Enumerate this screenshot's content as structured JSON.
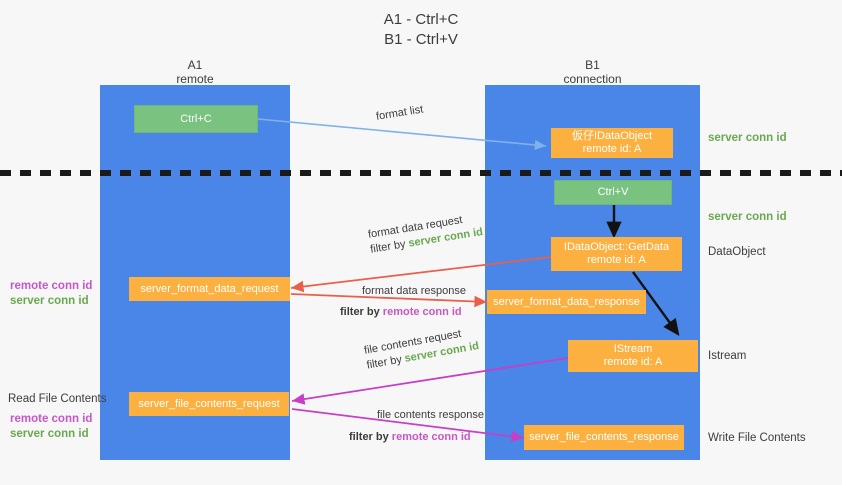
{
  "title": {
    "line1": "A1 - Ctrl+C",
    "line2": "B1 - Ctrl+V"
  },
  "lanes": [
    {
      "name": "A1",
      "sub": "remote"
    },
    {
      "name": "B1",
      "sub": "connection"
    }
  ],
  "boxes": {
    "ctrl_c": "Ctrl+C",
    "ctrl_v": "Ctrl+V",
    "idataobject": {
      "line1": "仮仔IDataObject",
      "line2": "remote id: A"
    },
    "getdata": {
      "line1": "IDataObject::GetData",
      "line2": "remote id: A"
    },
    "istream": {
      "line1": "IStream",
      "line2": "remote id: A"
    },
    "server_format_data_request": "server_format_data_request",
    "server_format_data_response": "server_format_data_response",
    "server_file_contents_request": "server_file_contents_request",
    "server_file_contents_response": "server_file_contents_response"
  },
  "right_labels": {
    "server_conn_id_top": "server conn id",
    "server_conn_id_mid": "server conn id",
    "dataobject": "DataObject",
    "istream": "Istream",
    "write_file_contents": "Write File Contents"
  },
  "left_labels": {
    "remote_conn_id_1": "remote conn id",
    "server_conn_id_1": "server conn id",
    "read_file_contents": "Read File Contents",
    "remote_conn_id_2": "remote conn id",
    "server_conn_id_2": "server conn id"
  },
  "flow_labels": {
    "format_list": "format list",
    "format_data_request": "format data request",
    "format_data_request_filter_prefix": "filter by ",
    "format_data_request_filter_value": "server conn id",
    "format_data_response": "format data response",
    "format_data_response_filter_prefix": "filter by ",
    "format_data_response_filter_value": "remote conn id",
    "file_contents_request": "file contents request",
    "file_contents_request_filter_prefix": "filter by ",
    "file_contents_request_filter_value": "server conn id",
    "file_contents_response": "file contents response",
    "file_contents_response_filter_prefix": "filter by ",
    "file_contents_response_filter_value": "remote conn id"
  },
  "colors": {
    "lane": "#4a86e8",
    "green_box": "#79c27f",
    "orange_box": "#fbb040",
    "green_text": "#6aa84f",
    "magenta_text": "#c756c7",
    "red_arrow": "#e8604c",
    "magenta_arrow": "#c63fc6",
    "blue_arrow": "#7eb2e8",
    "divider": "#1a1a1a"
  }
}
